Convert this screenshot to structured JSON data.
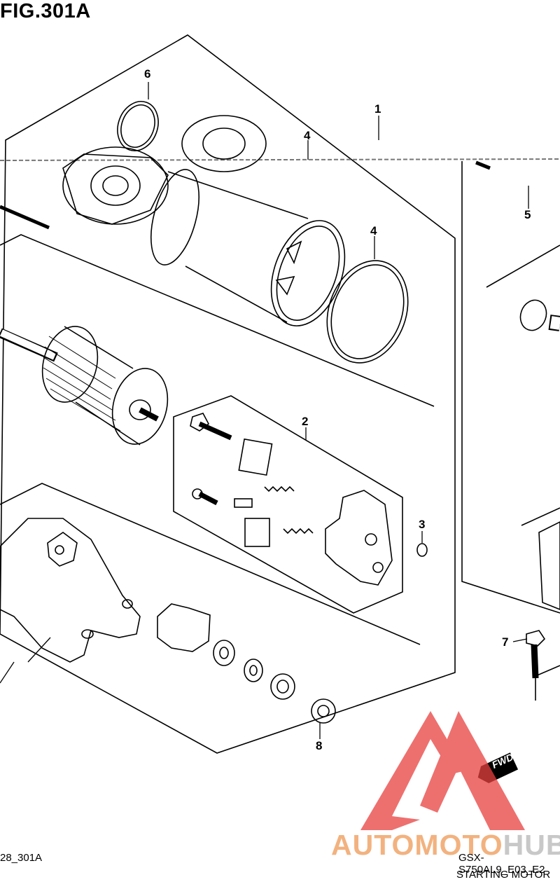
{
  "figure": {
    "title": "FIG.301A"
  },
  "callouts": [
    {
      "id": "1",
      "label": "1"
    },
    {
      "id": "2",
      "label": "2"
    },
    {
      "id": "3",
      "label": "3"
    },
    {
      "id": "4a",
      "label": "4"
    },
    {
      "id": "4b",
      "label": "4"
    },
    {
      "id": "5",
      "label": "5"
    },
    {
      "id": "6",
      "label": "6"
    },
    {
      "id": "7",
      "label": "7"
    },
    {
      "id": "8",
      "label": "8"
    }
  ],
  "fwd_label": "FWD",
  "footer": {
    "code": "28_301A",
    "model": "GSX-S750AL9_E03_E2",
    "caption": "STARTING MOTOR"
  },
  "watermark": {
    "brand_part1": "AUTOMOTO",
    "brand_part2": "HUB",
    "color_red": "#e8413f",
    "color_orange": "#f2b27f",
    "color_gray": "#c8c8c8"
  }
}
